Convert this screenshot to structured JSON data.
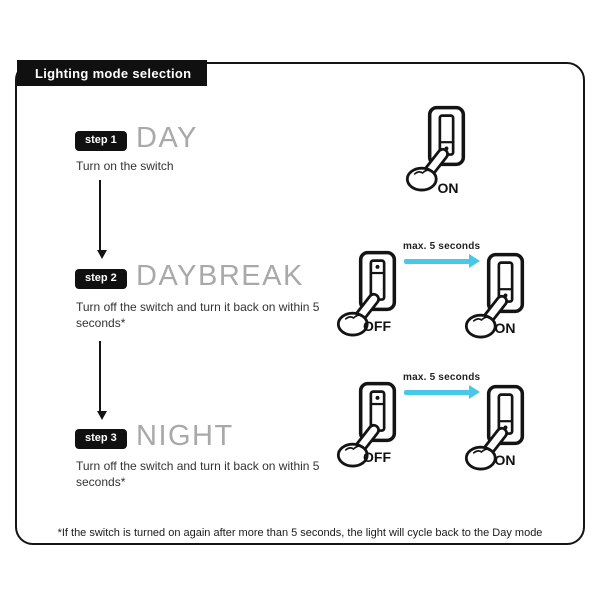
{
  "header": {
    "title": "Lighting mode selection"
  },
  "steps": [
    {
      "badge": "step 1",
      "title": "DAY",
      "description": "Turn on the switch",
      "switches": [
        {
          "state": "on",
          "label": "ON"
        }
      ]
    },
    {
      "badge": "step 2",
      "title": "DAYBREAK",
      "description": "Turn off the switch and turn it back on within 5 seconds*",
      "arrow_label": "max. 5 seconds",
      "switches": [
        {
          "state": "off",
          "label": "OFF"
        },
        {
          "state": "on",
          "label": "ON"
        }
      ]
    },
    {
      "badge": "step 3",
      "title": "NIGHT",
      "description": "Turn off the switch and turn it back on within 5 seconds*",
      "arrow_label": "max. 5 seconds",
      "switches": [
        {
          "state": "off",
          "label": "OFF"
        },
        {
          "state": "on",
          "label": "ON"
        }
      ]
    }
  ],
  "footnote": "*If the switch is turned on again after more than 5 seconds, the light will cycle back to the Day mode",
  "colors": {
    "accent_arrow": "#47c8e8",
    "badge_bg": "#101010",
    "title_gray": "#a9a9a9"
  }
}
